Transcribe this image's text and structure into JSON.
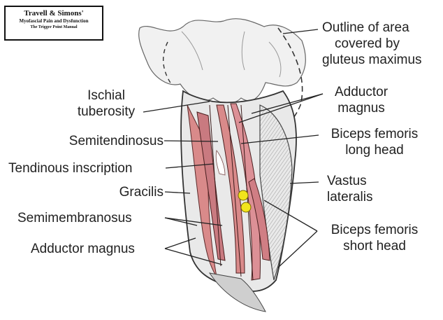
{
  "logo": {
    "line1": "Travell & Simons'",
    "line2": "Myofascial Pain and Dysfunction",
    "line3": "The Trigger Point Manual"
  },
  "labels": {
    "outline_gluteus": [
      "Outline of area",
      "covered by",
      "gluteus maximus"
    ],
    "ischial_tuberosity": [
      "Ischial",
      "tuberosity"
    ],
    "adductor_magnus_top": [
      "Adductor",
      "magnus"
    ],
    "semitendinosus": "Semitendinosus",
    "biceps_long": [
      "Biceps femoris",
      "long head"
    ],
    "tendinous_inscription": "Tendinous inscription",
    "vastus_lateralis": [
      "Vastus",
      "lateralis"
    ],
    "gracilis": "Gracilis",
    "semimembranosus": "Semimembranosus",
    "biceps_short": [
      "Biceps femoris",
      "short head"
    ],
    "adductor_magnus_bottom": "Adductor magnus"
  },
  "colors": {
    "muscle_red": "#d98a8a",
    "muscle_dark": "#b8626a",
    "trigger_point": "#f2e41c",
    "ink": "#222222"
  }
}
